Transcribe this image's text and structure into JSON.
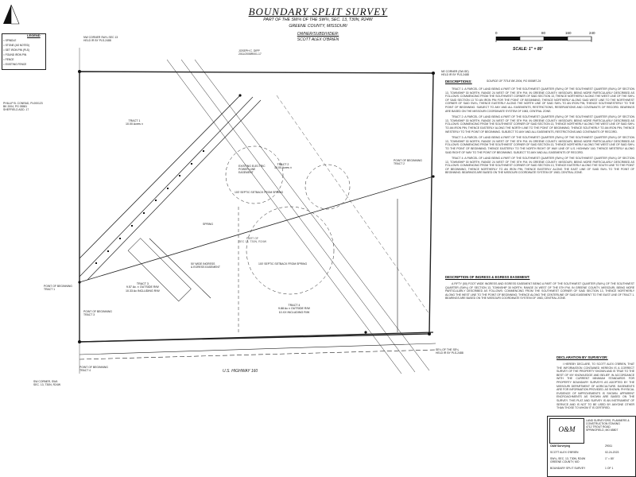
{
  "title": {
    "main": "BOUNDARY SPLIT SURVEY",
    "sub1": "PART OF THE SW¼ OF THE SW¼, SEC. 13, T30N, R24W",
    "sub2": "GREENE COUNTY, MISSOURI",
    "owner_label": "OWNER/SUBDIVIDER:",
    "owner": "SCOTT ALEX O'BRIEN"
  },
  "scale": {
    "ticks": [
      "0",
      "80",
      "160",
      "240"
    ],
    "label": "SCALE: 1\" = 80'"
  },
  "legend": {
    "title": "LEGEND",
    "rows": [
      "= SPINDLE",
      "= STONE (AS NOTED)",
      "= SET IRON PIN (PLS)",
      "= FOUND IRON PIN",
      "= FENCE",
      "= EXISTING FENCE"
    ]
  },
  "descriptions": {
    "header": "DESCRIPTIONS:",
    "source": "SOURCE OF TITLE BK 2004, PG 000987-24",
    "tract1": "TRACT 1: A PARCEL OF LAND BEING A PART OF THE SOUTHWEST QUARTER (SW¼) OF THE SOUTHWEST QUARTER (SW¼) OF SECTION 13, TOWNSHIP 30 NORTH, RANGE 24 WEST OF THE 5TH P.M. IN GREENE COUNTY, MISSOURI, BEING MORE PARTICULARLY DESCRIBED AS FOLLOWS: COMMENCING FROM THE SOUTHWEST CORNER OF SAID SECTION 13, THENCE NORTHERLY ALONG THE WEST LINE OF THE SW¼ OF SAID SECTION 13 TO AN IRON PIN FOR THE POINT OF BEGINNING; THENCE NORTHERLY ALONG SAID WEST LINE TO THE NORTHWEST CORNER OF SAID SW¼; THENCE EASTERLY ALONG THE NORTH LINE OF SAID SW¼ TO AN IRON PIN; THENCE SOUTHWESTERLY TO THE POINT OF BEGINNING. SUBJECT TO ANY AND ALL EASEMENTS, RESTRICTIONS, RESERVATIONS AND COVENANTS OF RECORD. BEARINGS ARE BASED ON THE MISSOURI COORDINATE SYSTEM OF 1983, CENTRAL ZONE.",
    "tract2": "TRACT 2: A PARCEL OF LAND BEING A PART OF THE SOUTHWEST QUARTER (SW¼) OF THE SOUTHWEST QUARTER (SW¼) OF SECTION 13, TOWNSHIP 30 NORTH, RANGE 24 WEST OF THE 5TH P.M. IN GREENE COUNTY, MISSOURI, BEING MORE PARTICULARLY DESCRIBED AS FOLLOWS: COMMENCING FROM THE SOUTHWEST CORNER OF SAID SECTION 13, THENCE NORTHERLY ALONG THE WEST LINE OF SAID SW¼ TO AN IRON PIN; THENCE EASTERLY ALONG THE NORTH LINE TO THE POINT OF BEGINNING; THENCE SOUTHERLY TO AN IRON PIN; THENCE WESTERLY TO THE POINT OF BEGINNING. SUBJECT TO ANY AND ALL EASEMENTS, RESTRICTIONS AND COVENANTS OF RECORD.",
    "tract3": "TRACT 3: A PARCEL OF LAND BEING A PART OF THE SOUTHWEST QUARTER (SW¼) OF THE SOUTHWEST QUARTER (SW¼) OF SECTION 13, TOWNSHIP 30 NORTH, RANGE 24 WEST OF THE 5TH P.M. IN GREENE COUNTY, MISSOURI, BEING MORE PARTICULARLY DESCRIBED AS FOLLOWS: COMMENCING FROM THE SOUTHWEST CORNER OF SAID SECTION 13, THENCE NORTHERLY ALONG THE WEST LINE OF SAID SW¼ TO THE POINT OF BEGINNING; THENCE EASTERLY TO THE NORTH RIGHT OF WAY LINE OF U.S. HIGHWAY 160; THENCE WESTERLY ALONG SAID RIGHT OF WAY TO THE POINT OF BEGINNING. SUBJECT TO ANY AND ALL EASEMENTS OF RECORD.",
    "tract4": "TRACT 4: A PARCEL OF LAND BEING A PART OF THE SOUTHWEST QUARTER (SW¼) OF THE SOUTHWEST QUARTER (SW¼) OF SECTION 13, TOWNSHIP 30 NORTH, RANGE 24 WEST OF THE 5TH P.M. IN GREENE COUNTY, MISSOURI, BEING MORE PARTICULARLY DESCRIBED AS FOLLOWS: COMMENCING FROM THE SOUTHWEST CORNER OF SAID SECTION 13, THENCE EASTERLY ALONG THE SOUTH LINE TO THE POINT OF BEGINNING; THENCE NORTHERLY TO AN IRON PIN; THENCE EASTERLY ALONG THE EAST LINE OF SAID SW¼ TO THE POINT OF BEGINNING. BEARINGS ARE BASED ON THE MISSOURI COORDINATE SYSTEM OF 1983, CENTRAL ZONE."
  },
  "easement": {
    "header": "DESCRIPTION OF INGRESS & EGRESS EASEMENT:",
    "text": "A FIFTY (50) FOOT WIDE INGRESS AND EGRESS EASEMENT BEING A PART OF THE SOUTHWEST QUARTER (SW¼) OF THE SOUTHWEST QUARTER (SW¼) OF SECTION 13, TOWNSHIP 30 NORTH, RANGE 24 WEST OF THE 5TH P.M. IN GREENE COUNTY, MISSOURI, BEING MORE PARTICULARLY DESCRIBED AS FOLLOWS: COMMENCING FROM THE SOUTHWEST CORNER OF SAID SECTION 13, THENCE NORTHERLY ALONG THE WEST LINE TO THE POINT OF BEGINNING; THENCE ALONG THE CENTERLINE OF SAID EASEMENT TO THE EAST LINE OF TRACT 1. BEARINGS ARE BASED ON THE MISSOURI COORDINATE SYSTEM OF 1983, CENTRAL ZONE."
  },
  "declaration": {
    "header": "DECLARATION BY SURVEYOR:",
    "text": "I HEREBY DECLARE, TO SCOTT ALEX O'BRIEN, THAT THE INFORMATION CONTAINED HEREON IS A CORRECT SURVEY OF THE PROPERTY SHOWN AND IS TRUE TO THE BEST OF MY KNOWLEDGE AND BELIEF. IN ACCORDANCE WITH THE CURRENT MINIMUM STANDARDS FOR PROPERTY BOUNDARY SURVEYS AS ADOPTED BY THE MISSOURI DEPARTMENT OF AGRICULTURE. EASEMENTS ARE FOR INFORMATION PROVIDED. AS SHOWN. PHYSICAL EVIDENCE OF IMPROVEMENTS IS SHOWN. APPARENT ENCROACHMENTS AS SHOWN ARE BASED ON THE SURVEY. THIS PLAT AND SURVEY IS AN INSTRUMENT OF SERVICE AND IS NOT TO BE USED BY ANYONE OTHER THAN THOSE TO WHOM IT IS CERTIFIED."
  },
  "map": {
    "tract1": "TRACT 1\n10.00 Acres ±",
    "tract2": "TRACT 2\n10.00 Acres ±",
    "tract3": "TRACT 3\n9.57 Ac. ± OUTSIDE R/W\n10.33 Ac INCLUDING R/W",
    "tract4": "TRACT 4\n9.88 Ac ± OUTSIDE R/W\n10.XX INCLUDING R/W",
    "section": "PART OF\nSEC 13, T30N, R24W",
    "septic1": "100' SEPTIC SETBACK FROM SPRING",
    "septic2": "100' SEPTIC SETBACK FROM SPRING",
    "easement_label": "50' WIDE INGRESS\n& EGRESS EASEMENT",
    "highway": "U.S. HIGHWAY 160",
    "owner_north": "JOSEPH C. DIPP\n2011/2008R001-17",
    "owner_west": "PHILLIP B. CONRAD, PL000123\nBK 2004, PG 05581\nSHEFFIELD ADD. 17",
    "nw_corner": "NW CORNER SW¼ SEC 13\nHELD IR BY PLS-2488",
    "ne_corner": "NE CORNER (SW-SE)\nHELD IR BY PLS-2488",
    "sw_corner": "SW CORNER, SW4\nSEC. 13, T30N, R24W",
    "se_corner": "SE¼ OF THE SE¼\nHELD IR BY PLS-2488",
    "pob1": "POINT OF BEGINNING\nTRACT 1",
    "pob2": "POINT OF BEGINNING\nTRACT 2",
    "pob3": "POINT OF BEGINNING\nTRACT 3",
    "pob4": "POINT OF BEGINNING\nTRACT 4",
    "spring": "SPRING",
    "plat_note": "EXISTING ELECTRIC\nPOWER LINE\nEASEMENT"
  },
  "firm": {
    "logo": "O&M",
    "name": "O&M Surveying",
    "client": "SCOTT ALEX O'BRIEN",
    "location": "SW¼, SEC. 13, T30N, R24W\nGREENE COUNTY, MO",
    "project": "BOUNDARY SPLIT SURVEY",
    "address": "LAND SURVEYORS, PLANNERS &\nCONSTRUCTION STAKING\n4712 TROUT ROAD\nSPRINGFIELD, MO 65807",
    "date": "02-24-2023",
    "scale": "1\" = 80'",
    "sheet": "1 OF 1",
    "job": "29011"
  },
  "colors": {
    "ink": "#111111",
    "line": "#222222",
    "paper": "#ffffff"
  }
}
